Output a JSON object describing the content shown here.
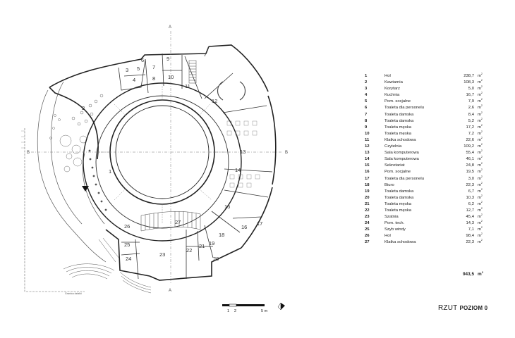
{
  "plan": {
    "title_main": "RZUT",
    "title_level": "POZIOM 0",
    "section_marks": {
      "a_top": "A",
      "a_bottom": "A",
      "b_left": "B",
      "b_right": "B"
    },
    "scale": {
      "t1": "1",
      "t2": "2",
      "t3": "5 m"
    },
    "boundary_note": "Granica działki",
    "room_numbers": [
      "1",
      "2",
      "3",
      "4",
      "5",
      "6",
      "7",
      "8",
      "9",
      "10",
      "11",
      "12",
      "13",
      "14",
      "15",
      "16",
      "17",
      "18",
      "19",
      "20",
      "21",
      "22",
      "23",
      "24",
      "25",
      "26",
      "27"
    ]
  },
  "legend": {
    "rooms": [
      {
        "num": "1",
        "name": "Hol",
        "area": "238,7",
        "unit": "m",
        "exp": "2"
      },
      {
        "num": "2",
        "name": "Kawiarnia",
        "area": "108,3",
        "unit": "m",
        "exp": "2"
      },
      {
        "num": "3",
        "name": "Korytarz",
        "area": "5,0",
        "unit": "m",
        "exp": "2"
      },
      {
        "num": "4",
        "name": "Kuchnia",
        "area": "16,7",
        "unit": "m",
        "exp": "2"
      },
      {
        "num": "5",
        "name": "Pom. socjalne",
        "area": "7,9",
        "unit": "m",
        "exp": "2"
      },
      {
        "num": "6",
        "name": "Toaleta dla personelu",
        "area": "2,6",
        "unit": "m",
        "exp": "2"
      },
      {
        "num": "7",
        "name": "Toaleta damska",
        "area": "8,4",
        "unit": "m",
        "exp": "2"
      },
      {
        "num": "8",
        "name": "Toaleta damska",
        "area": "5,2",
        "unit": "m",
        "exp": "2"
      },
      {
        "num": "9",
        "name": "Toaleta męska",
        "area": "17,2",
        "unit": "m",
        "exp": "2"
      },
      {
        "num": "10",
        "name": "Toaleta męska",
        "area": "7,2",
        "unit": "m",
        "exp": "2"
      },
      {
        "num": "11",
        "name": "Klatka schodowa",
        "area": "22,6",
        "unit": "m",
        "exp": "2"
      },
      {
        "num": "12",
        "name": "Czytelnia",
        "area": "109,2",
        "unit": "m",
        "exp": "2"
      },
      {
        "num": "13",
        "name": "Sala komputerowa",
        "area": "55,4",
        "unit": "m",
        "exp": "2"
      },
      {
        "num": "14",
        "name": "Sala komputerowa",
        "area": "46,1",
        "unit": "m",
        "exp": "2"
      },
      {
        "num": "15",
        "name": "Sekretariat",
        "area": "24,8",
        "unit": "m",
        "exp": "2"
      },
      {
        "num": "16",
        "name": "Pom. socjalne",
        "area": "19,5",
        "unit": "m",
        "exp": "2"
      },
      {
        "num": "17",
        "name": "Toaleta dla personelu",
        "area": "3,0",
        "unit": "m",
        "exp": "2"
      },
      {
        "num": "18",
        "name": "Biuro",
        "area": "22,3",
        "unit": "m",
        "exp": "2"
      },
      {
        "num": "19",
        "name": "Toaleta damska",
        "area": "6,7",
        "unit": "m",
        "exp": "2"
      },
      {
        "num": "20",
        "name": "Toaleta damska",
        "area": "10,3",
        "unit": "m",
        "exp": "2"
      },
      {
        "num": "21",
        "name": "Toaleta męska",
        "area": "6,2",
        "unit": "m",
        "exp": "2"
      },
      {
        "num": "22",
        "name": "Toaleta męska",
        "area": "12,7",
        "unit": "m",
        "exp": "2"
      },
      {
        "num": "23",
        "name": "Szatnia",
        "area": "45,4",
        "unit": "m",
        "exp": "2"
      },
      {
        "num": "24",
        "name": "Pom. tech.",
        "area": "14,3",
        "unit": "m",
        "exp": "2"
      },
      {
        "num": "25",
        "name": "Szyb windy",
        "area": "7,1",
        "unit": "m",
        "exp": "2"
      },
      {
        "num": "26",
        "name": "Hol",
        "area": "98,4",
        "unit": "m",
        "exp": "2"
      },
      {
        "num": "27",
        "name": "Klatka schodowa",
        "area": "22,3",
        "unit": "m",
        "exp": "2"
      }
    ],
    "total": {
      "area": "943,5",
      "unit": "m",
      "exp": "2"
    }
  }
}
